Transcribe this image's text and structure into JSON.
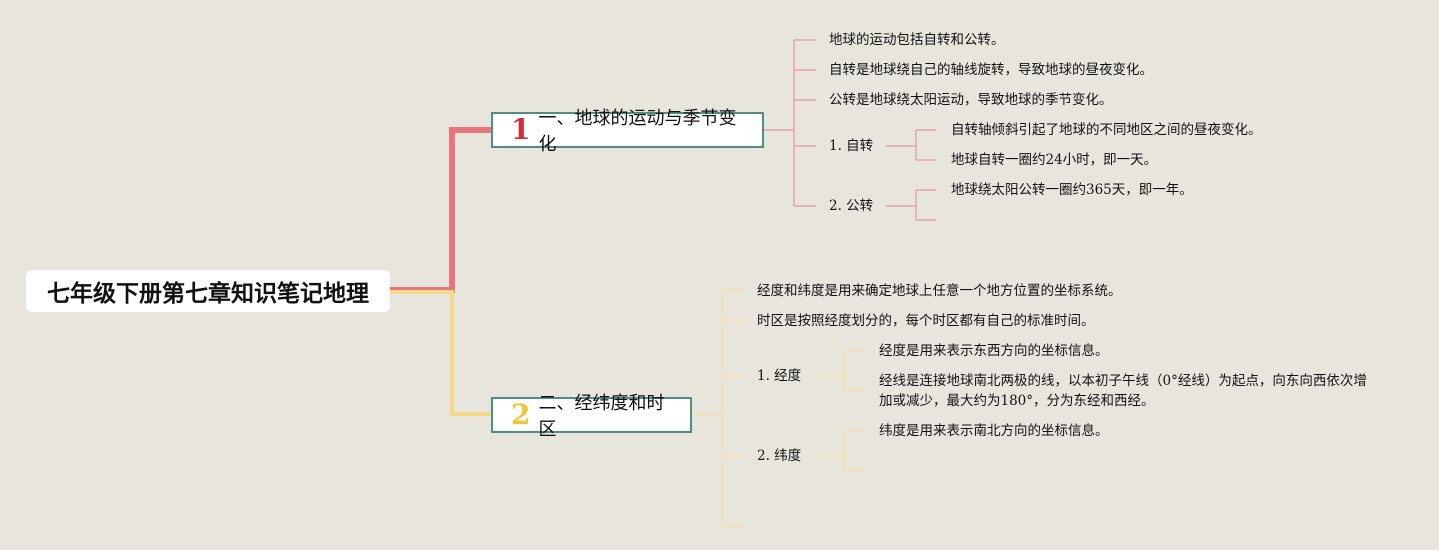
{
  "root": {
    "title": "七年级下册第七章知识笔记地理"
  },
  "branches": [
    {
      "number": "1",
      "title": "一、地球的运动与季节变化",
      "color": "#e8757c",
      "items": [
        "地球的运动包括自转和公转。",
        "自转是地球绕自己的轴线旋转，导致地球的昼夜变化。",
        "公转是地球绕太阳运动，导致地球的季节变化。"
      ],
      "subs": [
        {
          "label": "1. 自转",
          "items": [
            "自转轴倾斜引起了地球的不同地区之间的昼夜变化。",
            "地球自转一圈约24小时，即一天。"
          ]
        },
        {
          "label": "2. 公转",
          "items": [
            "地球绕太阳公转一圈约365天，即一年。"
          ]
        }
      ]
    },
    {
      "number": "2",
      "title": "二、经纬度和时区",
      "color": "#f5d98a",
      "items": [
        "经度和纬度是用来确定地球上任意一个地方位置的坐标系统。",
        "时区是按照经度划分的，每个时区都有自己的标准时间。"
      ],
      "subs": [
        {
          "label": "1. 经度",
          "items": [
            "经度是用来表示东西方向的坐标信息。",
            "经线是连接地球南北两极的线，以本初子午线（0°经线）为起点，向东向西依次增加或减少，最大约为180°，分为东经和西经。"
          ]
        },
        {
          "label": "2. 纬度",
          "items": [
            "纬度是用来表示南北方向的坐标信息。"
          ]
        }
      ]
    }
  ]
}
